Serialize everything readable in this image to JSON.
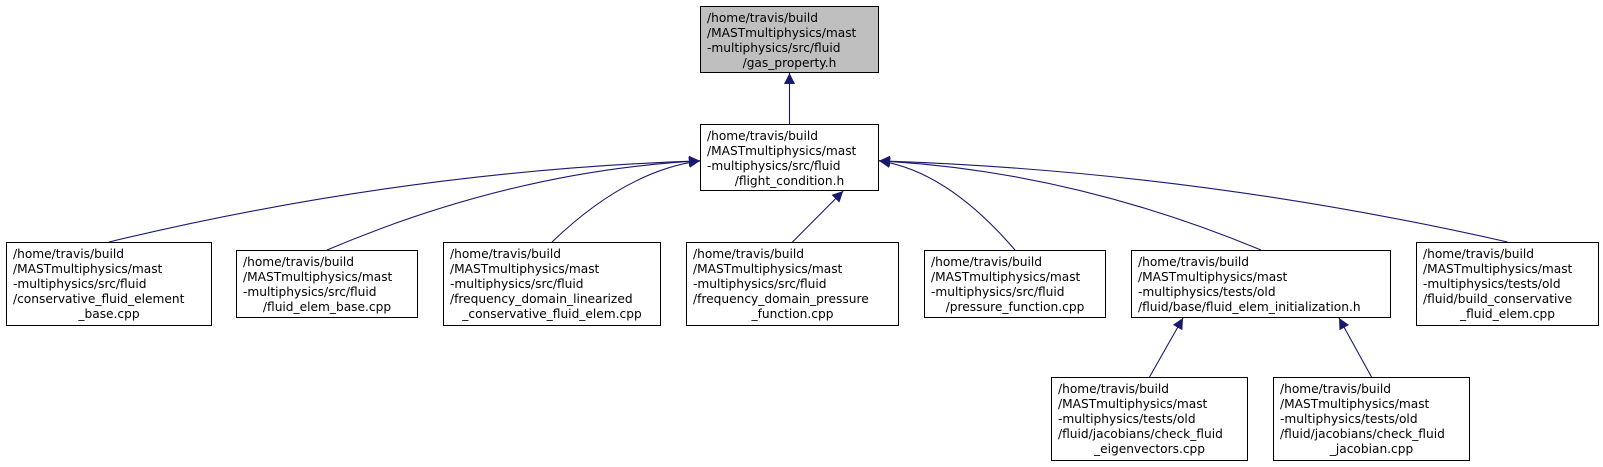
{
  "diagram": {
    "type": "include-dependency-graph",
    "edge_color": "#191970",
    "root_fill": "#bfbfbf",
    "nodes": [
      {
        "id": "gas_property",
        "lines": [
          "/home/travis/build",
          "/MASTmultiphysics/mast",
          "-multiphysics/src/fluid",
          "/gas_property.h"
        ],
        "root": true
      },
      {
        "id": "flight_condition",
        "lines": [
          "/home/travis/build",
          "/MASTmultiphysics/mast",
          "-multiphysics/src/fluid",
          "/flight_condition.h"
        ]
      },
      {
        "id": "conservative_fluid_element_base",
        "lines": [
          "/home/travis/build",
          "/MASTmultiphysics/mast",
          "-multiphysics/src/fluid",
          "/conservative_fluid_element",
          "_base.cpp"
        ]
      },
      {
        "id": "fluid_elem_base",
        "lines": [
          "/home/travis/build",
          "/MASTmultiphysics/mast",
          "-multiphysics/src/fluid",
          "/fluid_elem_base.cpp"
        ]
      },
      {
        "id": "frequency_domain_linearized",
        "lines": [
          "/home/travis/build",
          "/MASTmultiphysics/mast",
          "-multiphysics/src/fluid",
          "/frequency_domain_linearized",
          "_conservative_fluid_elem.cpp"
        ]
      },
      {
        "id": "frequency_domain_pressure",
        "lines": [
          "/home/travis/build",
          "/MASTmultiphysics/mast",
          "-multiphysics/src/fluid",
          "/frequency_domain_pressure",
          "_function.cpp"
        ]
      },
      {
        "id": "pressure_function",
        "lines": [
          "/home/travis/build",
          "/MASTmultiphysics/mast",
          "-multiphysics/src/fluid",
          "/pressure_function.cpp"
        ]
      },
      {
        "id": "fluid_elem_initialization",
        "lines": [
          "/home/travis/build",
          "/MASTmultiphysics/mast",
          "-multiphysics/tests/old",
          "/fluid/base/fluid_elem_initialization.h"
        ]
      },
      {
        "id": "build_conservative_fluid_elem",
        "lines": [
          "/home/travis/build",
          "/MASTmultiphysics/mast",
          "-multiphysics/tests/old",
          "/fluid/build_conservative",
          "_fluid_elem.cpp"
        ]
      },
      {
        "id": "check_fluid_eigenvectors",
        "lines": [
          "/home/travis/build",
          "/MASTmultiphysics/mast",
          "-multiphysics/tests/old",
          "/fluid/jacobians/check_fluid",
          "_eigenvectors.cpp"
        ]
      },
      {
        "id": "check_fluid_jacobian",
        "lines": [
          "/home/travis/build",
          "/MASTmultiphysics/mast",
          "-multiphysics/tests/old",
          "/fluid/jacobians/check_fluid",
          "_jacobian.cpp"
        ]
      }
    ],
    "edges": [
      {
        "from": "flight_condition",
        "to": "gas_property"
      },
      {
        "from": "conservative_fluid_element_base",
        "to": "flight_condition"
      },
      {
        "from": "fluid_elem_base",
        "to": "flight_condition"
      },
      {
        "from": "frequency_domain_linearized",
        "to": "flight_condition"
      },
      {
        "from": "frequency_domain_pressure",
        "to": "flight_condition"
      },
      {
        "from": "pressure_function",
        "to": "flight_condition"
      },
      {
        "from": "fluid_elem_initialization",
        "to": "flight_condition"
      },
      {
        "from": "build_conservative_fluid_elem",
        "to": "flight_condition"
      },
      {
        "from": "check_fluid_eigenvectors",
        "to": "fluid_elem_initialization"
      },
      {
        "from": "check_fluid_jacobian",
        "to": "fluid_elem_initialization"
      }
    ]
  }
}
